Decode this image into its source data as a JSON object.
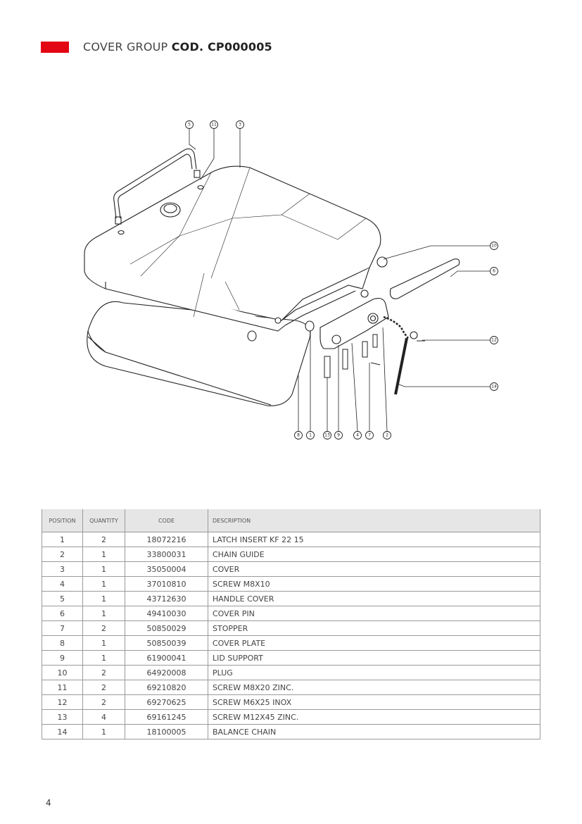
{
  "header": {
    "title_prefix": "COVER GROUP",
    "title_code": "COD. CP000005",
    "accent_color": "#e30613"
  },
  "drawing": {
    "callouts": [
      "1",
      "2",
      "3",
      "4",
      "5",
      "6",
      "7",
      "8",
      "9",
      "10",
      "11",
      "12",
      "13",
      "14"
    ]
  },
  "table": {
    "headers": {
      "position": "POSITION",
      "quantity": "QUANTITY",
      "code": "CODE",
      "description": "DESCRIPTION"
    },
    "rows": [
      {
        "position": "1",
        "quantity": "2",
        "code": "18072216",
        "description": "LATCH INSERT KF 22 15"
      },
      {
        "position": "2",
        "quantity": "1",
        "code": "33800031",
        "description": "CHAIN GUIDE"
      },
      {
        "position": "3",
        "quantity": "1",
        "code": "35050004",
        "description": "COVER"
      },
      {
        "position": "4",
        "quantity": "1",
        "code": "37010810",
        "description": "SCREW M8X10"
      },
      {
        "position": "5",
        "quantity": "1",
        "code": "43712630",
        "description": "HANDLE COVER"
      },
      {
        "position": "6",
        "quantity": "1",
        "code": "49410030",
        "description": "COVER PIN"
      },
      {
        "position": "7",
        "quantity": "2",
        "code": "50850029",
        "description": "STOPPER"
      },
      {
        "position": "8",
        "quantity": "1",
        "code": "50850039",
        "description": "COVER PLATE"
      },
      {
        "position": "9",
        "quantity": "1",
        "code": "61900041",
        "description": "LID SUPPORT"
      },
      {
        "position": "10",
        "quantity": "2",
        "code": "64920008",
        "description": "PLUG"
      },
      {
        "position": "11",
        "quantity": "2",
        "code": "69210820",
        "description": "SCREW M8X20 ZINC."
      },
      {
        "position": "12",
        "quantity": "2",
        "code": "69270625",
        "description": "SCREW M6X25 INOX"
      },
      {
        "position": "13",
        "quantity": "4",
        "code": "69161245",
        "description": "SCREW M12X45 ZINC."
      },
      {
        "position": "14",
        "quantity": "1",
        "code": "18100005",
        "description": "BALANCE CHAIN"
      }
    ]
  },
  "footer": {
    "page_number": "4"
  }
}
